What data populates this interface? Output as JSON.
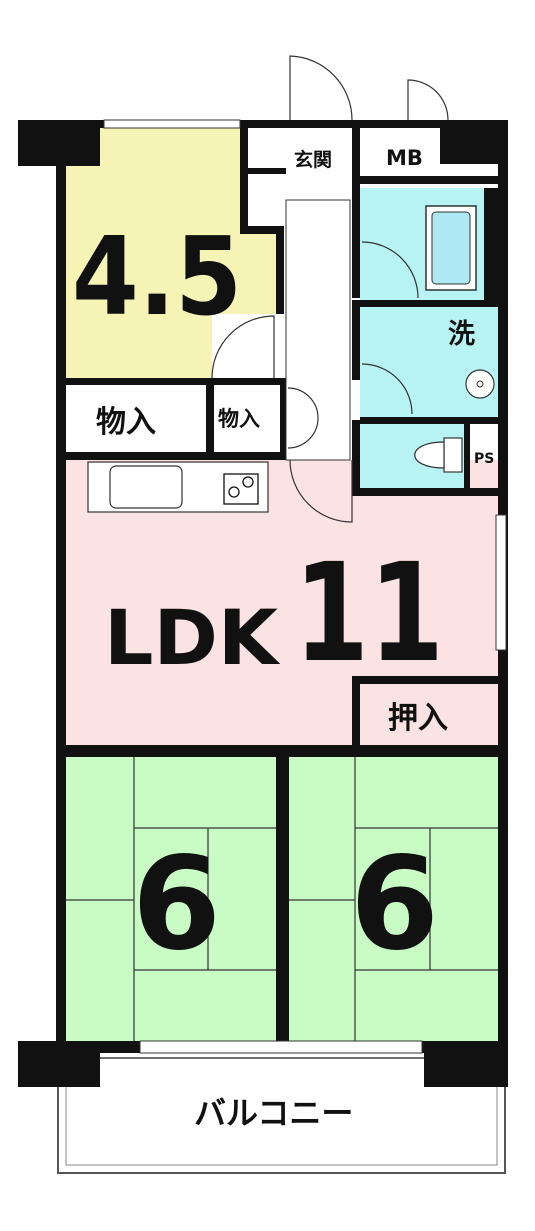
{
  "colors": {
    "wall": "#111111",
    "western_room": "#f6f4b4",
    "ldk": "#fbe3e3",
    "tatami": "#c8fcc4",
    "wet_area": "#b8f3f3",
    "background": "#ffffff"
  },
  "rooms": {
    "western": {
      "size": "4.5"
    },
    "ldk": {
      "type": "LDK",
      "size": "11"
    },
    "tatami_left": {
      "size": "6"
    },
    "tatami_right": {
      "size": "6"
    }
  },
  "labels": {
    "entrance": "玄関",
    "meter_box": "MB",
    "storage_left": "物入",
    "storage_small": "物入",
    "washroom": "洗",
    "pipe_space": "PS",
    "closet": "押入",
    "balcony": "バルコニー"
  }
}
